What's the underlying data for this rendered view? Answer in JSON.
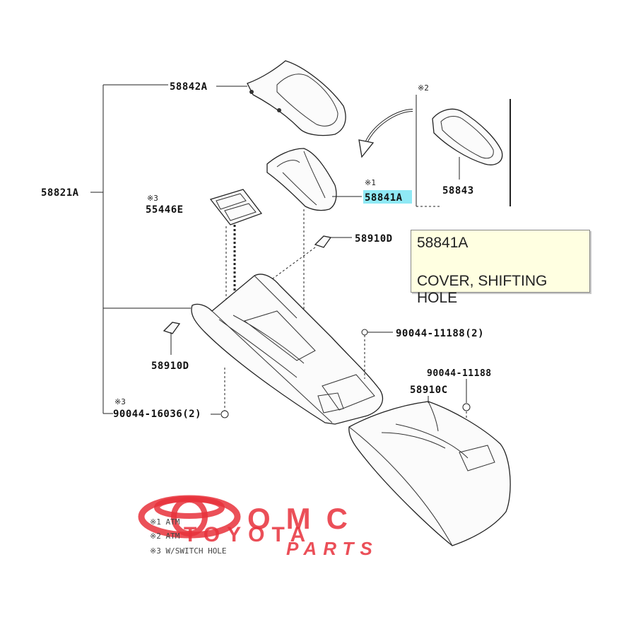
{
  "part_labels": {
    "p58842A": "58842A",
    "p58821A": "58821A",
    "p58841A": "58841A",
    "p58843": "58843",
    "p55446E": "55446E",
    "p58910D_top": "58910D",
    "p58910D_left": "58910D",
    "p58910C": "58910C",
    "p90044_11188_2": "90044-11188(2)",
    "p90044_11188": "90044-11188",
    "p90044_16036_2": "90044-16036(2)"
  },
  "mark_labels": {
    "m2_top": "※2",
    "m1": "※1",
    "m3_55446E": "※3",
    "m3_90044": "※3"
  },
  "notes": [
    "※1 ATM",
    "※2 ATM",
    "※3 W/SWITCH HOLE"
  ],
  "tooltip": {
    "part_no": "58841A",
    "description": "COVER, SHIFTING HOLE"
  },
  "watermark": {
    "line1": "OMC",
    "line2": "TOYOTA",
    "line3": "PARTS",
    "color": "#e8313b"
  },
  "highlight_color": "#8fe9f5"
}
